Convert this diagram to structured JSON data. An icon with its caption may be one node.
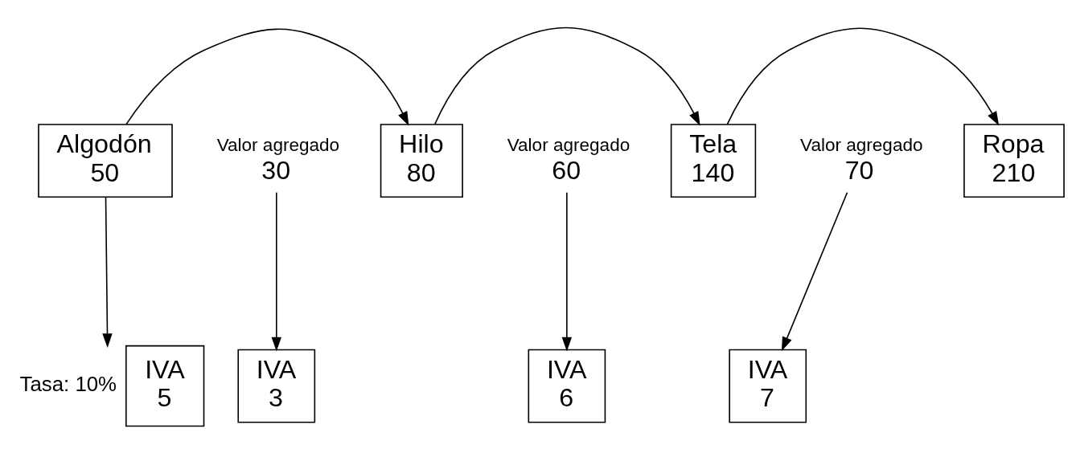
{
  "diagram": {
    "nodes": [
      {
        "text": [
          "Algodón",
          "50"
        ]
      },
      {
        "text": [
          "Valor agregado",
          "30"
        ]
      },
      {
        "text": [
          "Hilo",
          "80"
        ]
      },
      {
        "text": [
          "Valor agregado",
          "60"
        ]
      },
      {
        "text": [
          "Tela",
          "140"
        ]
      },
      {
        "text": [
          "Valor agregado",
          "70"
        ]
      },
      {
        "text": [
          "Ropa",
          "210"
        ]
      },
      {
        "text": [
          "IVA",
          "5"
        ],
        "beside": [
          "Tasa: 10%"
        ]
      },
      {
        "text": [
          "IVA",
          "3"
        ]
      },
      {
        "text": [
          "IVA",
          "6"
        ]
      },
      {
        "text": [
          "IVA",
          "7"
        ]
      }
    ],
    "edges": [
      {
        "from": 0,
        "to": 2,
        "arrow": "to"
      },
      {
        "from": 2,
        "to": 4,
        "arrow": "to"
      },
      {
        "from": 4,
        "to": 6,
        "arrow": "to"
      },
      {
        "from": 0,
        "to": 7,
        "arrow": "to"
      },
      {
        "from": 1,
        "to": 8,
        "arrow": "to"
      },
      {
        "from": 3,
        "to": 9,
        "arrow": "to"
      },
      {
        "from": 5,
        "to": 10,
        "arrow": "to"
      }
    ]
  }
}
